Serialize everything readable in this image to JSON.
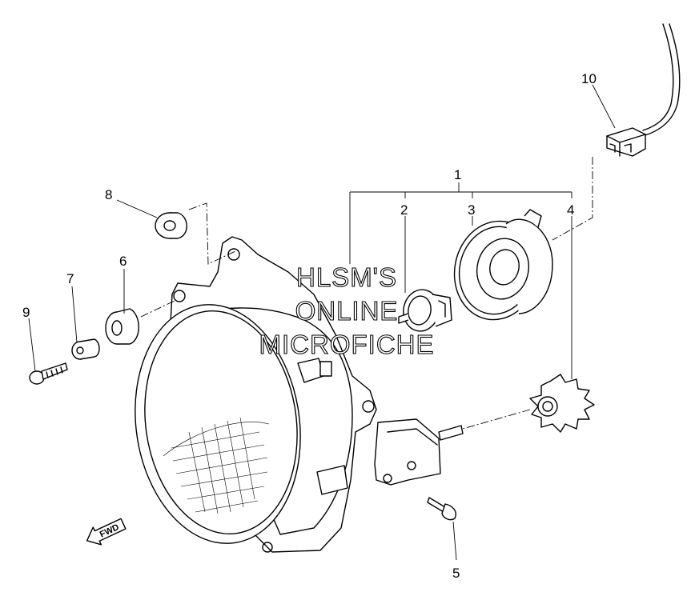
{
  "callouts": [
    {
      "id": "1",
      "label": "1"
    },
    {
      "id": "2",
      "label": "2"
    },
    {
      "id": "3",
      "label": "3"
    },
    {
      "id": "4",
      "label": "4"
    },
    {
      "id": "5",
      "label": "5"
    },
    {
      "id": "6",
      "label": "6"
    },
    {
      "id": "7",
      "label": "7"
    },
    {
      "id": "8",
      "label": "8"
    },
    {
      "id": "9",
      "label": "9"
    },
    {
      "id": "10",
      "label": "10"
    }
  ],
  "watermark": {
    "line1": "HLSM'S",
    "line2": "ONLINE",
    "line3": "MICROFICHE"
  },
  "direction_arrow": {
    "label": "FWD"
  }
}
